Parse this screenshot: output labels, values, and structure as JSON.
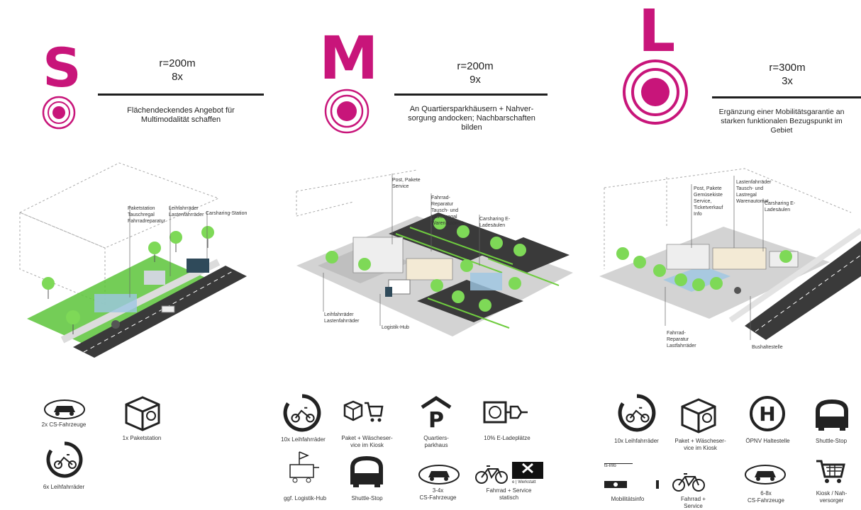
{
  "colors": {
    "accent": "#c8157a",
    "dark": "#1f1f1f",
    "green": "#5cc43a",
    "street": "#3a3a3a",
    "blue": "#9ec7e4"
  },
  "columns": [
    {
      "letter": "S",
      "radius": "r=200m",
      "count": "8x",
      "description": [
        "Flächendeckendes Angebot für",
        "Multimodalität schaffen"
      ],
      "scene_labels": [
        "Paketstation Tauschregal Fahrradreparatur",
        "Leihfahrräder Lastenfahrräder",
        "Carsharing-Station"
      ],
      "icons": [
        {
          "icon": "car-sharing-icon",
          "label": [
            "2x CS-Fahrzeuge"
          ]
        },
        {
          "icon": "parcel-box-icon",
          "label": [
            "1x Paketstation"
          ]
        },
        {
          "icon": "cargo-bike-icon",
          "label": [
            "6x Leihfahrräder"
          ]
        }
      ]
    },
    {
      "letter": "M",
      "radius": "r=200m",
      "count": "9x",
      "description": [
        "An Quartiersparkhäusern + Nahver-",
        "sorgung andocken; Nachbarschaften",
        "bilden"
      ],
      "scene_labels": [
        "Post, Pakete Service",
        "Fahrrad-Reparatur Tausch- und Lastenregal Warenautomat",
        "Carsharing E-Ladesäulen",
        "Leihfahrräder Lastenfahrräder",
        "Logistik-Hub"
      ],
      "icons": [
        {
          "icon": "cargo-bike-icon",
          "label": [
            "10x Leihfahrräder"
          ]
        },
        {
          "icon": "parcel-cart-icon",
          "label": [
            "Paket + Wäscheser-",
            "vice im Kiosk"
          ]
        },
        {
          "icon": "parking-icon",
          "label": [
            "Quartiers-",
            "parkhaus"
          ]
        },
        {
          "icon": "charging-plug-icon",
          "label": [
            "10% E-Ladeplätze"
          ]
        },
        {
          "icon": "logistics-cart-icon",
          "label": [
            "ggf. Logistik-Hub"
          ]
        },
        {
          "icon": "shuttle-icon",
          "label": [
            "Shuttle-Stop"
          ]
        },
        {
          "icon": "car-sharing-icon",
          "label": [
            "3-4x",
            "CS-Fahrzeuge"
          ]
        },
        {
          "icon": "bike-service-icon",
          "label": [
            "Fahrrad + Service",
            "statisch"
          ],
          "badge": "e | Werkstatt"
        }
      ]
    },
    {
      "letter": "L",
      "radius": "r=300m",
      "count": "3x",
      "description": [
        "Ergänzung einer Mobilitätsgarantie an",
        "starken funktionalen Bezugspunkt im",
        "Gebiet"
      ],
      "scene_labels": [
        "Post, Pakete Gemüsekiste Service, Ticketverkauf Info",
        "Lastenfahrräder Tausch- und Lastregal Warenautomat",
        "Carsharing E-Ladesäulen",
        "Fahrrad-Reparatur Lastfahrräder",
        "Bushaltestelle"
      ],
      "icons": [
        {
          "icon": "cargo-bike-icon",
          "label": [
            "10x Leihfahrräder"
          ]
        },
        {
          "icon": "parcel-box-icon",
          "label": [
            "Paket + Wäscheser-",
            "vice im Kiosk"
          ]
        },
        {
          "icon": "bus-stop-icon",
          "label": [
            "ÖPNV Haltestelle"
          ]
        },
        {
          "icon": "shuttle-icon",
          "label": [
            "Shuttle-Stop"
          ]
        },
        {
          "icon": "mobility-info-icon",
          "label": [
            "Mobilitätsinfo"
          ],
          "badge": "ts-Info"
        },
        {
          "icon": "bike-icon",
          "label": [
            "Fahrrad +",
            "Service"
          ]
        },
        {
          "icon": "car-sharing-icon",
          "label": [
            "6-8x",
            "CS-Fahrzeuge"
          ]
        },
        {
          "icon": "kiosk-cart-icon",
          "label": [
            "Kiosk / Nah-",
            "versorger"
          ]
        }
      ]
    }
  ]
}
